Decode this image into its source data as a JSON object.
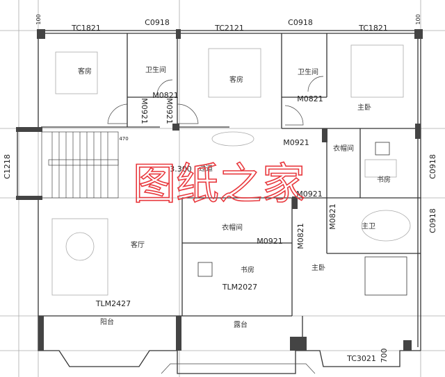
{
  "watermark": "图纸之家",
  "colors": {
    "watermark": "#e8383d",
    "walls": "#222222"
  },
  "rooms": {
    "guest_room_left": "客房",
    "guest_room_middle": "客房",
    "bathroom_left": "卫生间",
    "bathroom_right": "卫生间",
    "master_bedroom_top": "主卧",
    "corridor": "过道",
    "walkin_closet_right": "衣帽间",
    "study_right": "书房",
    "living_room": "客厅",
    "walkin_closet_middle": "衣帽间",
    "study_middle": "书房",
    "master_bath": "主卫",
    "master_bedroom_bottom": "主卧",
    "balcony": "阳台",
    "terrace": "露台"
  },
  "windows": {
    "top_left": "TC1821",
    "top_c1": "C0918",
    "top_middle": "TC2121",
    "top_c2": "C0918",
    "top_right": "TC1821",
    "left_stair": "C1218",
    "right_upper": "C0918",
    "right_lower": "C0918",
    "bottom_right": "TC3021"
  },
  "doors": {
    "bath_left": "M0821",
    "bath_right": "M0821",
    "guest_left": "M0921",
    "guest_middle": "M0921",
    "corridor_right": "M0921",
    "closet_top": "M0921",
    "closet_middle": "M0921",
    "closet_side": "M0821",
    "master_bath": "M0821",
    "living_slider": "TLM2427",
    "study_slider": "TLM2027"
  },
  "dimensions": {
    "stair_gap": "470",
    "level": "3.300",
    "bottom_right": "700",
    "top_left_edge": "100",
    "top_right_edge": "100"
  }
}
